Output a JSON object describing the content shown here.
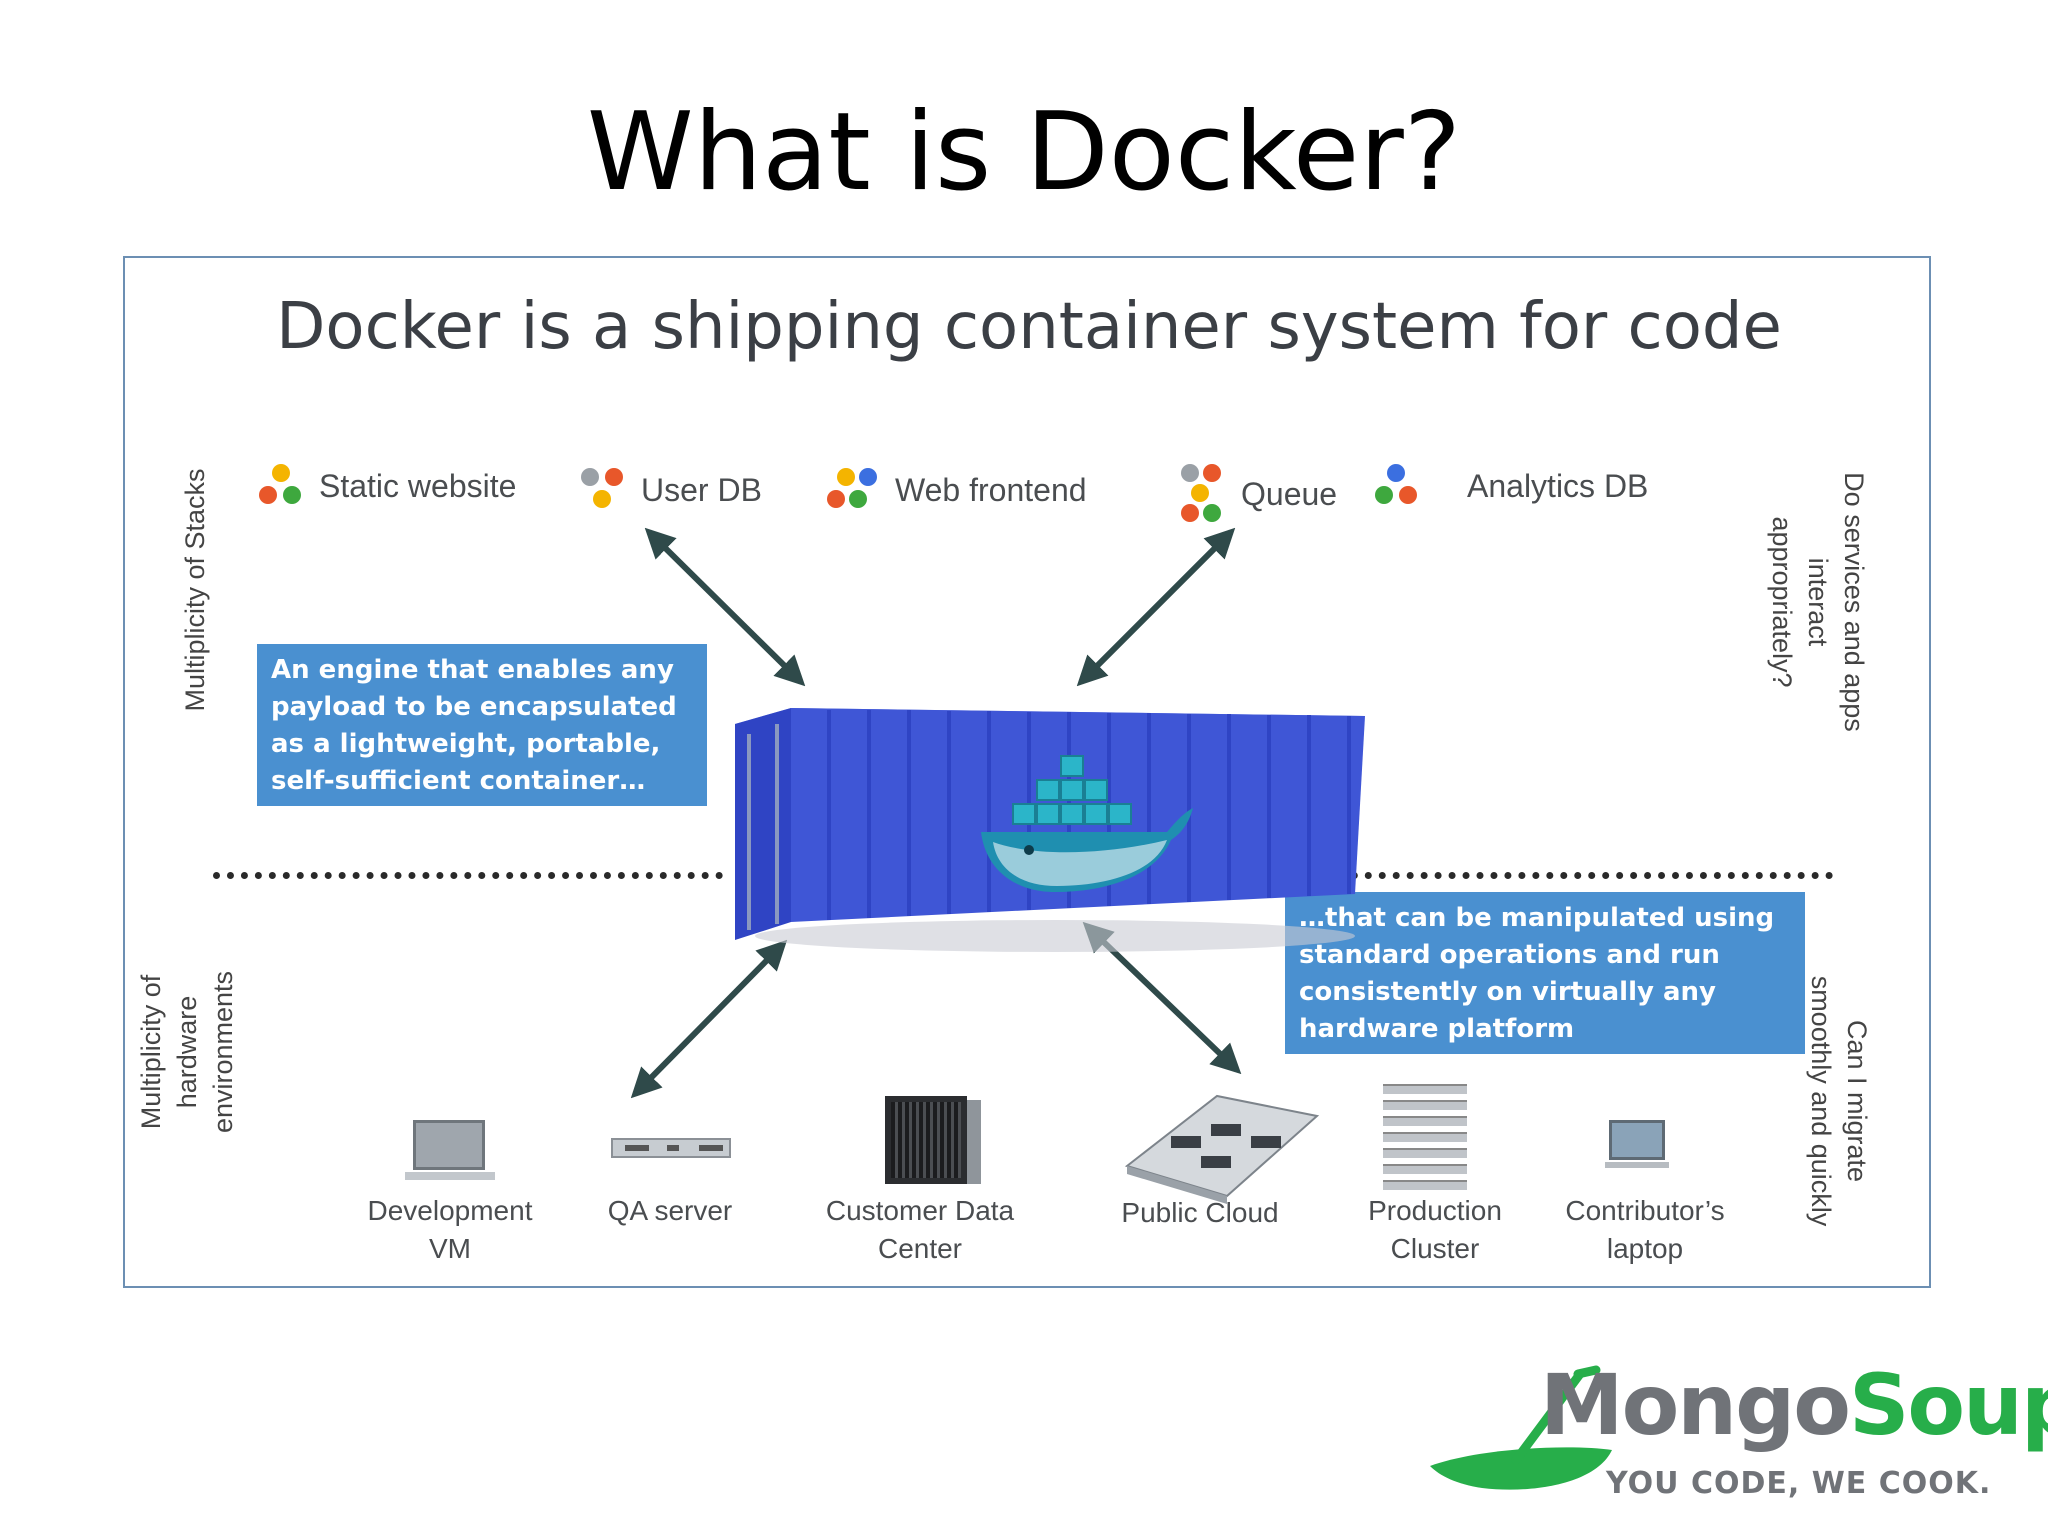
{
  "title": "What is Docker?",
  "diagram": {
    "heading": "Docker is a shipping container system for code",
    "stacks": [
      {
        "label": "Static website",
        "icon": "colored-dots-icon"
      },
      {
        "label": "User DB",
        "icon": "colored-dots-icon"
      },
      {
        "label": "Web frontend",
        "icon": "colored-dots-icon"
      },
      {
        "label": "Queue",
        "icon": "colored-dots-icon"
      },
      {
        "label": "Analytics DB",
        "icon": "colored-dots-icon"
      }
    ],
    "side_labels": {
      "left_top": "Multiplicity of Stacks",
      "left_bottom": [
        "Multiplicity of",
        "hardware",
        "environments"
      ],
      "right_top": [
        "Do services and apps",
        "interact",
        "appropriately?"
      ],
      "right_bottom": [
        "Can I migrate",
        "smoothly and quickly"
      ]
    },
    "callouts": {
      "engine": [
        "An engine that enables any",
        "payload to be encapsulated",
        "as a lightweight, portable,",
        "self-sufficient  container…"
      ],
      "manipulated": [
        "…that  can be manipulated using",
        "standard operations and run",
        "consistently  on virtually any",
        "hardware platform"
      ]
    },
    "hardware": [
      {
        "label": [
          "Development",
          "VM"
        ],
        "icon": "laptop-icon"
      },
      {
        "label": [
          "QA server"
        ],
        "icon": "rack-server-icon"
      },
      {
        "label": [
          "Customer  Data",
          "Center"
        ],
        "icon": "blade-chassis-icon"
      },
      {
        "label": [
          "Public Cloud"
        ],
        "icon": "server-board-icon"
      },
      {
        "label": [
          "Production",
          "Cluster"
        ],
        "icon": "server-stack-icon"
      },
      {
        "label": [
          "Contributor’s",
          "laptop"
        ],
        "icon": "laptop-icon"
      }
    ],
    "container": {
      "icon": "docker-whale-icon",
      "color": "#3f56d6"
    },
    "colors": {
      "callout": "#4a90d0",
      "arrow": "#2f4a4a",
      "frame": "#6c8fb3"
    }
  },
  "brand": {
    "name_part1": "Mongo",
    "name_part2": "Soup",
    "tagline": "YOU CODE, WE COOK.",
    "colors": {
      "green": "#27ae4a",
      "gray": "#707378"
    }
  }
}
